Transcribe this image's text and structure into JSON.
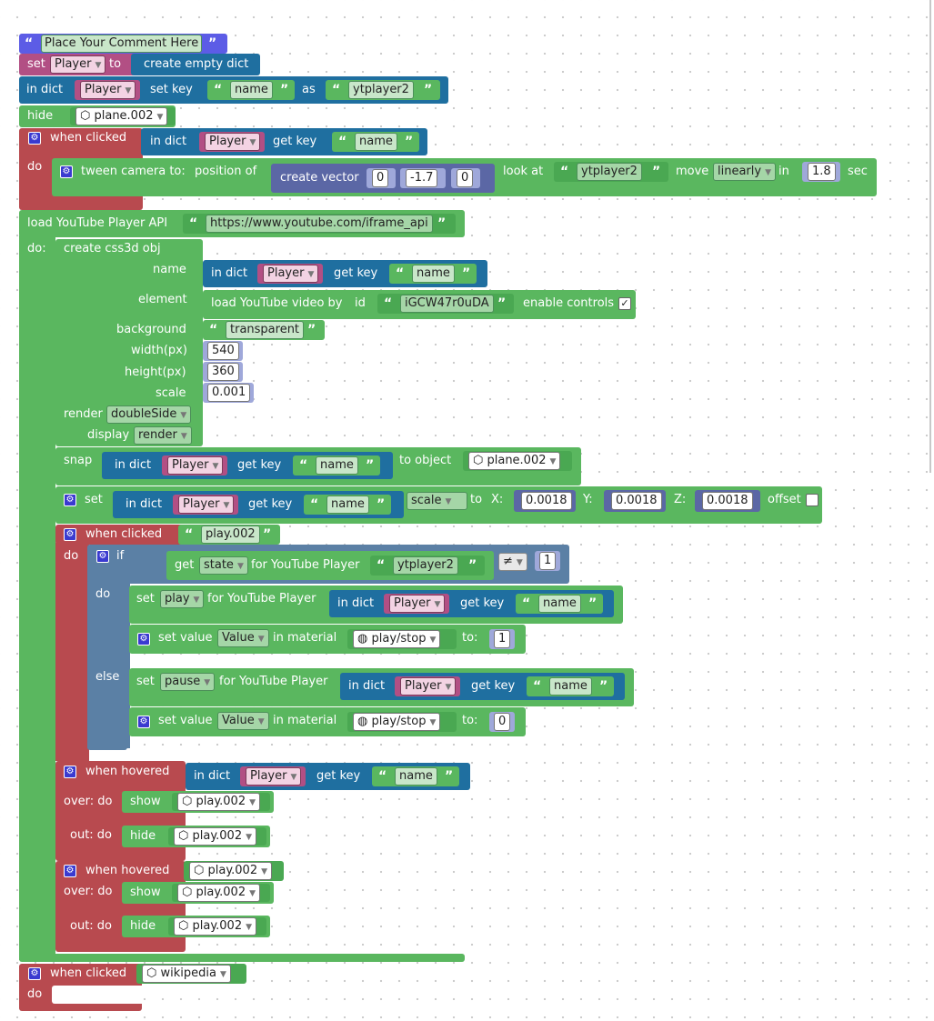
{
  "colors": {
    "comment": "#5c5ce6",
    "variables": "#b24f84",
    "dict": "#1f6fa0",
    "action": "#5ab75f",
    "event": "#b84a4f",
    "logic": "#5b80a5",
    "math": "#5b67a5",
    "text": "#a5d6a7"
  },
  "comment": {
    "text": "Place Your Comment Here"
  },
  "set_player": {
    "set": "set",
    "var": "Player",
    "to": "to",
    "value": "create empty dict"
  },
  "dict_set": {
    "in_dict": "in dict",
    "var": "Player",
    "set_key": "set key",
    "key": "name",
    "as": "as",
    "value": "ytplayer2"
  },
  "hide_plane": {
    "label": "hide",
    "obj": "plane.002"
  },
  "click1": {
    "when_clicked": "when clicked",
    "in_dict": "in dict",
    "var": "Player",
    "get_key": "get key",
    "key": "name",
    "do": "do",
    "tween": "tween camera to:",
    "position_of": "position of",
    "create_vector": "create vector",
    "v0": "0",
    "v1": "-1.7",
    "v2": "0",
    "look_at": "look at",
    "look_value": "ytplayer2",
    "move": "move",
    "mode": "linearly",
    "in": "in",
    "duration": "1.8",
    "sec": "sec"
  },
  "api": {
    "label": "load YouTube Player API",
    "url": "https://www.youtube.com/iframe_api",
    "do": "do:"
  },
  "css3d": {
    "title": "create css3d obj",
    "name_label": "name",
    "in_dict": "in dict",
    "var": "Player",
    "get_key": "get key",
    "key": "name",
    "element_label": "element",
    "load_video": "load YouTube video by",
    "id_label": "id",
    "video_id": "iGCW47r0uDA",
    "enable_controls": "enable controls",
    "check": "✓",
    "background_label": "background",
    "background": "transparent",
    "width_label": "width(px)",
    "width": "540",
    "height_label": "height(px)",
    "height": "360",
    "scale_label": "scale",
    "scale": "0.001",
    "render_label": "render",
    "render": "doubleSide",
    "display_label": "display",
    "display": "render"
  },
  "snap": {
    "label": "snap",
    "in_dict": "in dict",
    "var": "Player",
    "get_key": "get key",
    "key": "name",
    "to_object": "to object",
    "obj": "plane.002"
  },
  "set_scale": {
    "set": "set",
    "in_dict": "in dict",
    "var": "Player",
    "get_key": "get key",
    "key": "name",
    "prop": "scale",
    "to": "to",
    "x_label": "X:",
    "x": "0.0018",
    "y_label": "Y:",
    "y": "0.0018",
    "z_label": "Z:",
    "z": "0.0018",
    "offset": "offset"
  },
  "click_play": {
    "when_clicked": "when clicked",
    "obj": "play.002",
    "do": "do",
    "if": "if",
    "get": "get",
    "state": "state",
    "for_player": "for YouTube Player",
    "player": "ytplayer2",
    "op": "≠",
    "cmp": "1",
    "do2": "do",
    "set": "set",
    "play": "play",
    "for_player2": "for YouTube Player",
    "in_dict": "in dict",
    "var": "Player",
    "get_key": "get key",
    "key": "name",
    "set_value": "set value",
    "value_dd": "Value",
    "in_material": "in material",
    "material": "play/stop",
    "to": "to:",
    "v_play": "1",
    "else": "else",
    "pause": "pause",
    "v_pause": "0"
  },
  "hover1": {
    "when_hovered": "when hovered",
    "in_dict": "in dict",
    "var": "Player",
    "get_key": "get key",
    "key": "name",
    "over": "over: do",
    "show": "show",
    "obj": "play.002",
    "out": "out: do",
    "hide": "hide"
  },
  "hover2": {
    "when_hovered": "when hovered",
    "target": "play.002",
    "over": "over: do",
    "show": "show",
    "obj": "play.002",
    "out": "out: do",
    "hide": "hide"
  },
  "click_wiki": {
    "when_clicked": "when clicked",
    "obj": "wikipedia",
    "do": "do"
  },
  "icons": {
    "gear": "gear-icon",
    "object": "cube-icon",
    "material": "material-icon",
    "dropdown": "chevron-down-icon"
  }
}
